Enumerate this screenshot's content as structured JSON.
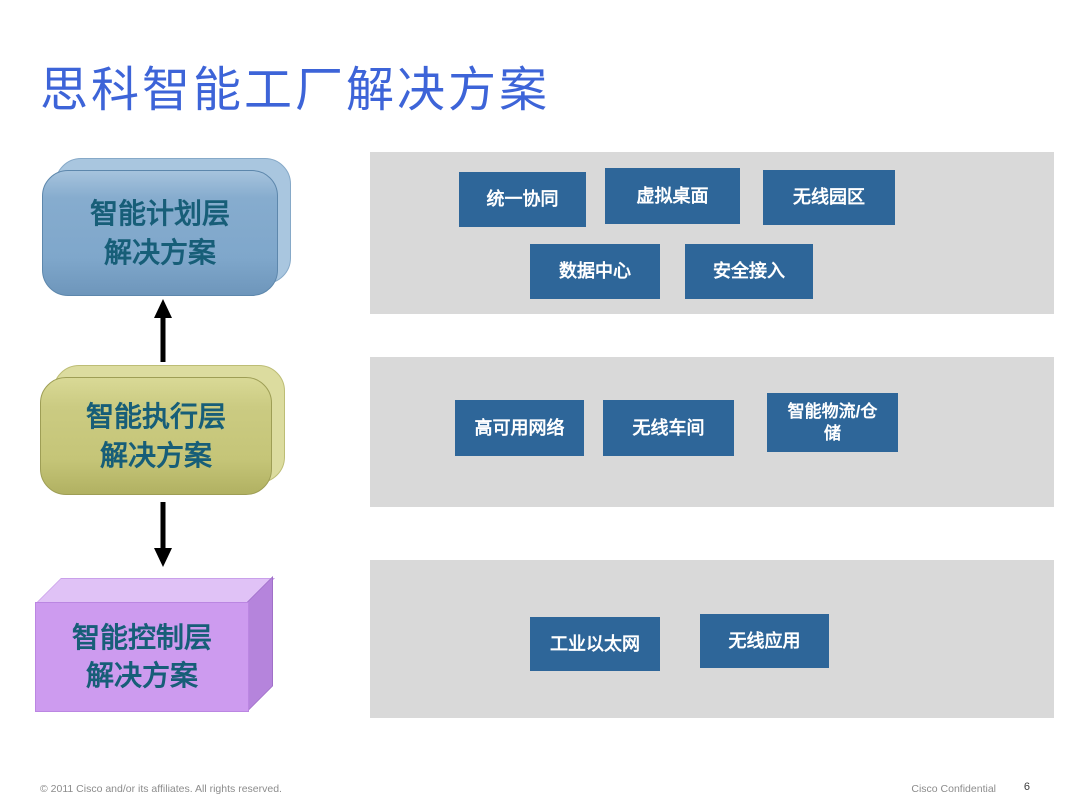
{
  "slide": {
    "title": "思科智能工厂解决方案",
    "layers": [
      {
        "label": "智能计划层\n解决方案",
        "solutions": [
          "统一协同",
          "虚拟桌面",
          "无线园区",
          "数据中心",
          "安全接入"
        ]
      },
      {
        "label": "智能执行层\n解决方案",
        "solutions": [
          "高可用网络",
          "无线车间",
          "智能物流/仓\n储"
        ]
      },
      {
        "label": "智能控制层\n解决方案",
        "solutions": [
          "工业以太网",
          "无线应用"
        ]
      }
    ],
    "arrows": [
      {
        "direction": "up"
      },
      {
        "direction": "down"
      }
    ],
    "footer": {
      "copyright": "© 2011 Cisco and/or its affiliates. All rights reserved.",
      "confidential": "Cisco Confidential",
      "page": "6"
    },
    "colors": {
      "title_text": "#3D64D8",
      "layer_text": "#175E78",
      "layer_planning": "#7FA7CB",
      "layer_execution": "#C9C97E",
      "layer_control": "#CD9BEF",
      "panel_background": "#D9D9D9",
      "tile_background": "#2E6699",
      "tile_text": "#FFFFFF",
      "arrow": "#000000"
    }
  }
}
